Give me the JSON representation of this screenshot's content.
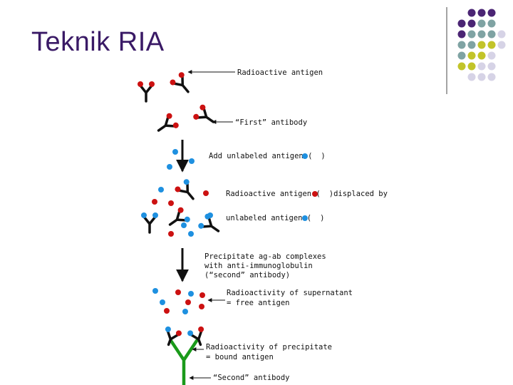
{
  "title": "Teknik RIA",
  "labels": {
    "radioactive_antigen": "Radioactive antigen",
    "first_antibody": "“First” antibody",
    "add_unlabeled_pre": "Add unlabeled antigen (",
    "add_unlabeled_post": ")",
    "displaced_pre": "Radioactive antigen (",
    "displaced_post": ")displaced by",
    "unlabeled_pre": "unlabeled antigen (",
    "unlabeled_post": ")",
    "precipitate_line1": "Precipitate ag-ab complexes",
    "precipitate_line2": "with anti-immunoglobulin",
    "precipitate_line3": "(“second” antibody)",
    "supernatant_line1": "Radioactivity of supernatant",
    "supernatant_line2": "= free antigen",
    "precipitate_radio_line1": "Radioactivity of precipitate",
    "precipitate_radio_line2": "= bound antigen",
    "second_antibody": "“Second” antibody"
  },
  "colors": {
    "title": "#3a1a66",
    "radioactive_antigen": "#cc1111",
    "unlabeled_antigen": "#1e90e0",
    "antibody": "#111111",
    "second_antibody": "#1a9a1a",
    "deco_purple": "#4b2574",
    "deco_teal": "#7fa3a3",
    "deco_olive": "#c2c42a",
    "deco_lavender": "#d6d3e6"
  }
}
